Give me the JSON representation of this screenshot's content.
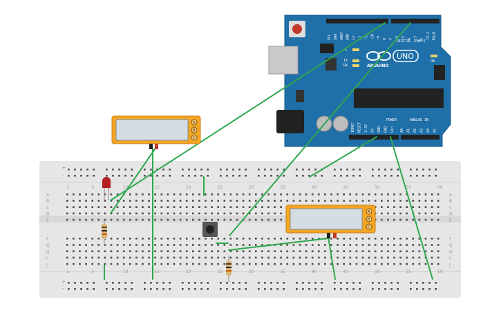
{
  "breadboard": {
    "column_labels": [
      "1",
      "5",
      "10",
      "15",
      "20",
      "25",
      "30",
      "35",
      "40",
      "45",
      "50",
      "55",
      "60"
    ],
    "row_labels_top": [
      "A",
      "B",
      "C",
      "D",
      "E"
    ],
    "row_labels_bottom": [
      "F",
      "G",
      "H",
      "I",
      "J"
    ]
  },
  "arduino": {
    "brand": "ARDUINO",
    "model": "UNO",
    "digital_header_label": "DIGITAL (PWM~)",
    "power_header_label": "POWER",
    "analog_header_label": "ANALOG IN",
    "on_label": "ON",
    "tx_label": "TX",
    "rx_label": "RX",
    "l_label": "L",
    "top_pin_labels": [
      "SCL",
      "SDA",
      "AREF",
      "GND",
      "13",
      "12",
      "~11",
      "~10",
      "~9",
      "8",
      "7",
      "~6",
      "~5",
      "4",
      "~3",
      "2",
      "TX→1",
      "RX←0"
    ],
    "bottom_pin_labels": [
      "IOREF",
      "RESET",
      "3.3V",
      "5V",
      "GND",
      "GND",
      "Vin",
      "A0",
      "A1",
      "A2",
      "A3",
      "A4",
      "A5"
    ]
  },
  "displays": [
    {
      "name": "lcd-display-left",
      "pins": [
        "A",
        "B",
        "C"
      ]
    },
    {
      "name": "lcd-display-right",
      "pins": [
        "A",
        "B",
        "C"
      ]
    }
  ],
  "colors": {
    "breadboard": "#e6e6e6",
    "arduino_board": "#1f6fa8",
    "wire": "#2fa84f",
    "display_frame": "#f5a623",
    "display_screen": "#d5dce2",
    "led": "#b31f1f"
  }
}
